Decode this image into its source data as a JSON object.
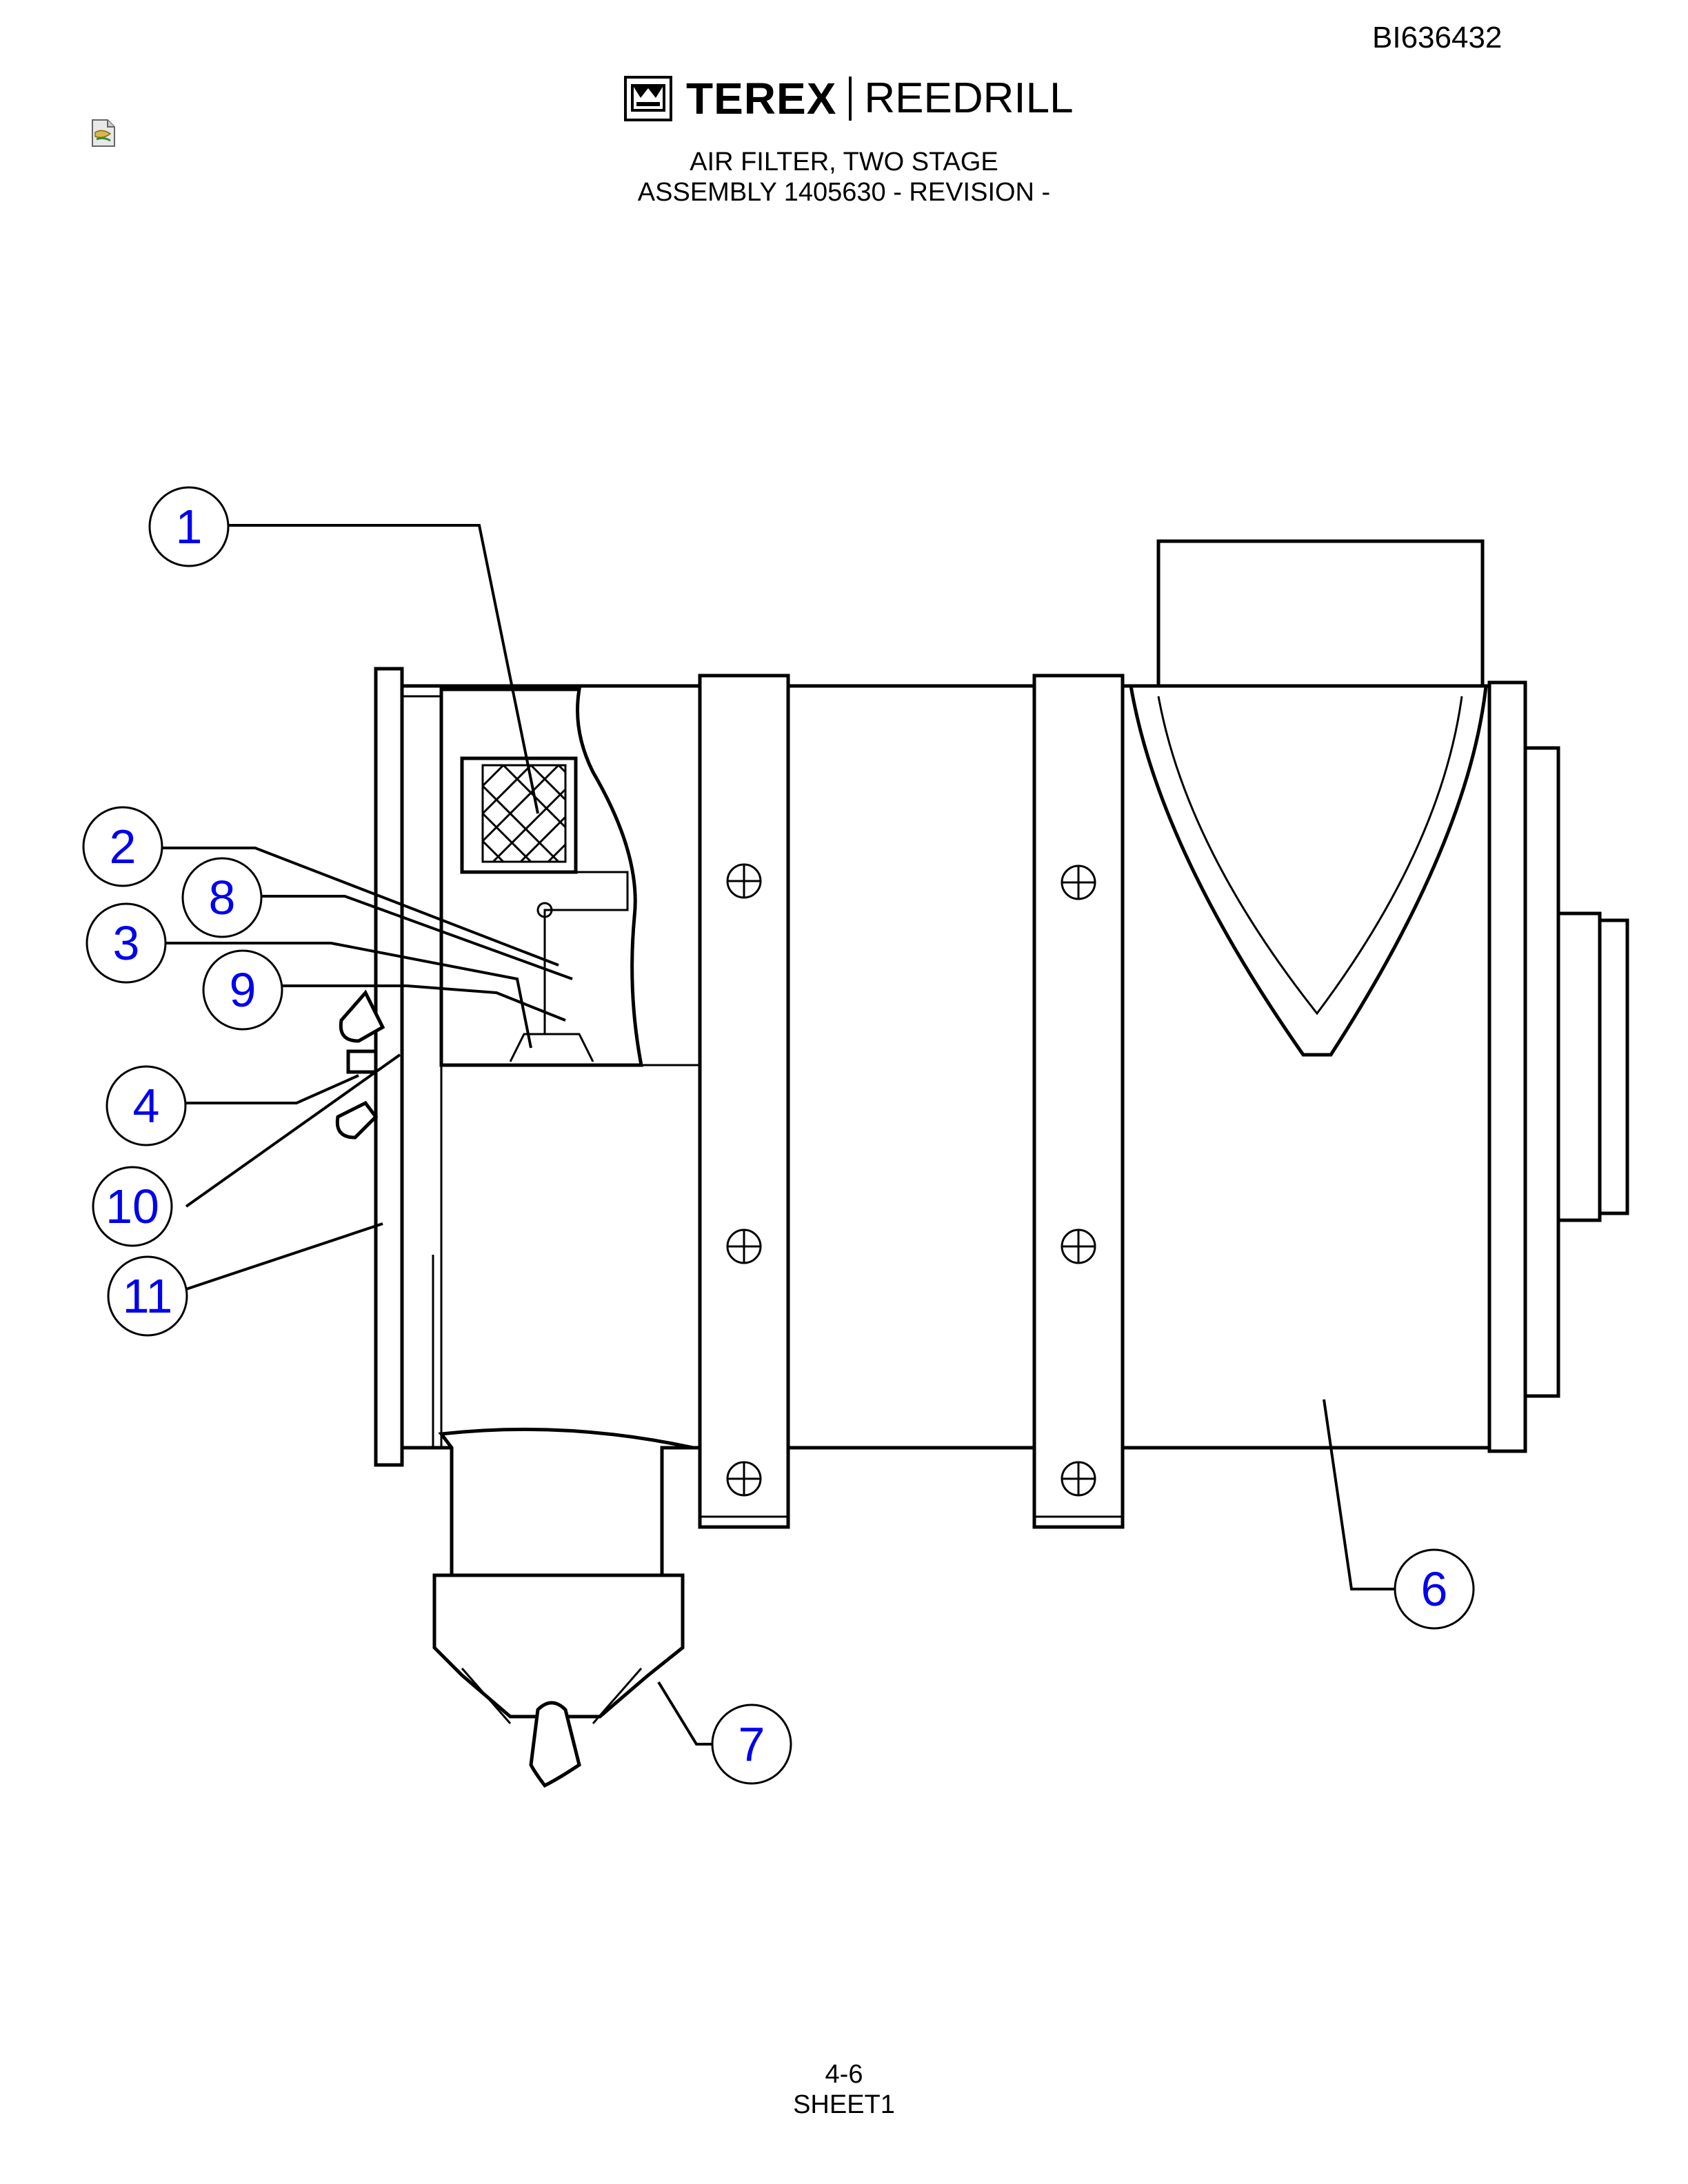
{
  "header": {
    "doc_id": "BI636432",
    "logo_brand": "TEREX",
    "logo_sub": "REEDRILL",
    "title_line1": "AIR FILTER, TWO STAGE",
    "title_line2": "ASSEMBLY 1405630 - REVISION -"
  },
  "footer": {
    "page_number": "4-6",
    "sheet": "SHEET1"
  },
  "callouts": [
    {
      "id": "c1",
      "label": "1"
    },
    {
      "id": "c2",
      "label": "2"
    },
    {
      "id": "c8",
      "label": "8"
    },
    {
      "id": "c3",
      "label": "3"
    },
    {
      "id": "c9",
      "label": "9"
    },
    {
      "id": "c4",
      "label": "4"
    },
    {
      "id": "c10",
      "label": "10"
    },
    {
      "id": "c11",
      "label": "11"
    },
    {
      "id": "c6",
      "label": "6"
    },
    {
      "id": "c7",
      "label": "7"
    }
  ],
  "colors": {
    "callout_text": "#0000ee",
    "line": "#000000"
  }
}
